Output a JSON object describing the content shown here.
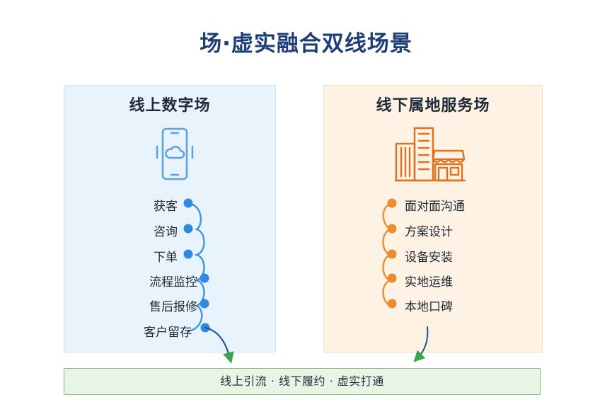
{
  "title": "场·虚实融合双线场景",
  "online": {
    "title": "线上数字场",
    "icon": "phone-cloud-icon",
    "steps": [
      "获客",
      "咨询",
      "下单",
      "流程监控",
      "售后报修",
      "客户留存"
    ]
  },
  "offline": {
    "title": "线下属地服务场",
    "icon": "buildings-storefront-icon",
    "steps": [
      "面对面沟通",
      "方案设计",
      "设备安装",
      "实地运维",
      "本地口碑"
    ]
  },
  "bottom": {
    "text": "线上引流 · 线下履约 · 虚实打通"
  },
  "colors": {
    "title": "#1d3e78",
    "online_bg": "#e9f3fc",
    "online_accent": "#2f8be0",
    "offline_bg": "#fdf2e3",
    "offline_accent": "#ee8a2f",
    "bottom_bg": "#e7f4e6",
    "bottom_border": "#7fc17a",
    "arrow": "#36a84a"
  }
}
